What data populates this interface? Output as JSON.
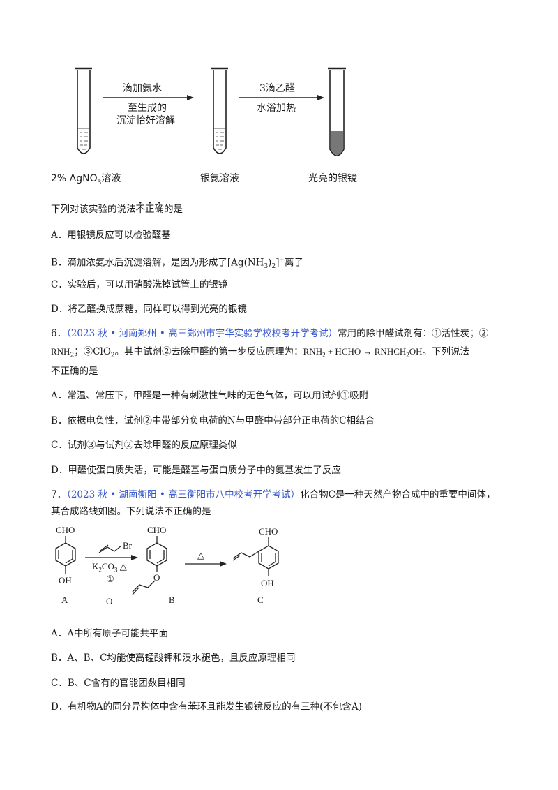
{
  "experiment": {
    "arrow1_top": "滴加氨水",
    "arrow1_bottom_line1": "至生成的",
    "arrow1_bottom_line2": "沉淀恰好溶解",
    "arrow2_top": "3滴乙醛",
    "arrow2_bottom": "水浴加热",
    "tube1_label_pre": "2%  AgNO",
    "tube1_label_sub": "3",
    "tube1_label_post": "溶液",
    "tube2_label": "银氨溶液",
    "tube3_label": "光亮的银镜"
  },
  "q5": {
    "stem_pre": "下列对该实验的说法",
    "stem_em1": "不",
    "stem_em2": "正",
    "stem_em3": "确",
    "stem_post": "的是",
    "A": "A．用银镜反应可以检验醛基",
    "B_pre": "B．滴加浓氨水后沉淀溶解，是因为形成了[Ag(NH",
    "B_sub": "3",
    "B_mid": ")",
    "B_sub2": "2",
    "B_sup": "]",
    "B_sup2": "+",
    "B_post": "离子",
    "C": "C．实验后，可以用硝酸洗掉试管上的银镜",
    "D": "D．将乙醛换成蔗糖，同样可以得到光亮的银镜"
  },
  "q6": {
    "num": "6．",
    "source": "（2023 秋 • 河南郑州 • 高三郑州市宇华实验学校校考开学考试）",
    "stem1_post": "常用的除甲醛试剂有：①活性炭；②",
    "stem2_rnh": "RNH",
    "stem2_sub": "2",
    "stem2_mid": "；③ClO",
    "stem2_sub2": "2",
    "stem2_post": "。其中试剂②去除甲醛的第一步反应原理为：",
    "eq_rnh": "RNH",
    "eq_sub1": "2",
    "eq_plus": " + HCHO ",
    "eq_arrow": "→",
    "eq_prod": " RNHCH",
    "eq_sub2": "2",
    "eq_oh": "OH",
    "stem2_tail": "。下列说法",
    "stem3": "不正确的是",
    "A": "A．常温、常压下，甲醛是一种有刺激性气味的无色气体，可以用试剂①吸附",
    "B": "B．依据电负性，试剂②中带部分负电荷的N与甲醛中带部分正电荷的C相结合",
    "C": "C．试剂③与试剂②去除甲醛的反应原理类似",
    "D": "D．甲醛使蛋白质失活，可能是醛基与蛋白质分子中的氨基发生了反应"
  },
  "q7": {
    "num": "7．",
    "source": "（2023 秋 • 湖南衡阳 • 高三衡阳市八中校考开学考试）",
    "stem1_post": "化合物C是一种天然产物合成中的重要中间体，",
    "stem2": "其合成路线如图。下列说法不正确的是",
    "scheme": {
      "cho": "CHO",
      "oh": "OH",
      "br": "Br",
      "o": "O",
      "k2": "K",
      "k2sub": "2",
      "co3": "CO",
      "co3sub": "3",
      "delta": "△",
      "circle1": "①",
      "label_A": "A",
      "label_O": "O",
      "label_B": "B",
      "label_C": "C"
    },
    "A": "A．A中所有原子可能共平面",
    "B": "B．A、B、C均能使高锰酸钾和溴水褪色，且反应原理相同",
    "C": "C．B、C含有的官能团数目相同",
    "D": "D．有机物A的同分异构体中含有苯环且能发生银镜反应的有三种(不包含A)"
  }
}
